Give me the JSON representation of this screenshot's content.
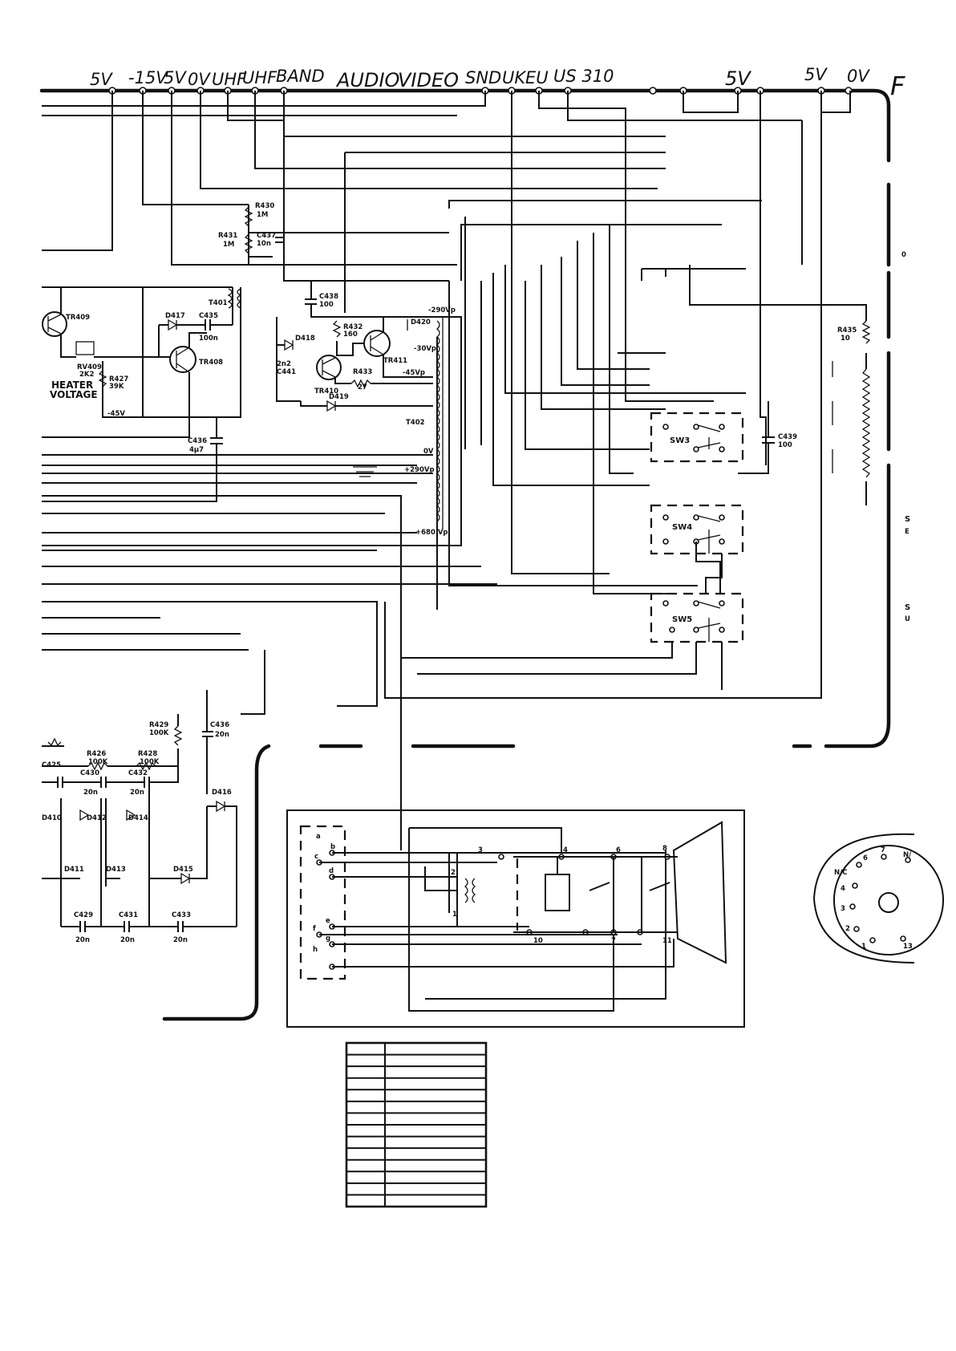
{
  "header": {
    "rail_labels": [
      "5V",
      "-15V",
      "5V",
      "0V",
      "UHF",
      "UHF",
      "BAND",
      "AUDIO",
      "VIDEO",
      "SND",
      "UK",
      "EU",
      "US 310",
      "5V",
      "5V",
      "0V"
    ],
    "corner_letter": "F"
  },
  "components": {
    "R430": "R430",
    "R430_v": "1M",
    "R431": "R431",
    "R431_v": "1M",
    "C437": "C437",
    "C437_v": "10n",
    "C438": "C438",
    "C438_v": "100",
    "TR409a": "TR409",
    "T401": "T401",
    "D417": "D417",
    "C435": "C435",
    "C435_v": "100n",
    "TR408": "TR408",
    "RV409": "RV409",
    "RV409_v": "2K2",
    "R427": "R427",
    "R427_v": "39K",
    "heater_1": "HEATER",
    "heater_2": "VOLTAGE",
    "neg45a": "-45V",
    "D418": "D418",
    "C441": "2n2",
    "C441_n": "C441",
    "R432": "R432",
    "R432_v": "160",
    "TR411": "TR411",
    "TR410": "TR410",
    "R433": "R433",
    "R433_v": "27",
    "D420": "D420",
    "D419": "D419",
    "v290p": "-290Vp",
    "v30p": "-30Vp",
    "v45p": "-45Vp",
    "T402": "T402",
    "ov": "0V",
    "v290pos": "+290Vp",
    "v680": "+680 Vp",
    "C436a": "C436",
    "C436a_v": "4µ7",
    "R435": "R435",
    "R435_v": "10",
    "C439": "C439",
    "C439_v": "100",
    "SW3": "SW3",
    "SW4": "SW4",
    "SW5": "SW5",
    "R429": "R429",
    "R429_v": "100K",
    "C436b": "C436",
    "C436b_v": "20n",
    "R426": "R426",
    "R426_v": "100K",
    "R428": "R428",
    "R428_v": "100K",
    "C430": "C430",
    "C430_v": "20n",
    "C432": "C432",
    "C432_v": "20n",
    "C425": "C425",
    "D410": "D410",
    "D412": "D412",
    "D414": "D414",
    "D411": "D411",
    "D413": "D413",
    "D415": "D415",
    "D416": "D416",
    "C429": "C429",
    "C429_v": "20n",
    "C431": "C431",
    "C431_v": "20n",
    "C433": "C433",
    "C433_v": "20n"
  },
  "crt_pins": [
    "a",
    "b",
    "c",
    "d",
    "e",
    "f",
    "g",
    "h",
    "1",
    "2",
    "3",
    "4",
    "6",
    "8",
    "10",
    "7",
    "11"
  ],
  "base_pins": [
    "N/C",
    "6",
    "7",
    "N/",
    "4",
    "3",
    "2",
    "1",
    "13"
  ],
  "edge_marks": [
    "0",
    "S",
    "E",
    "S",
    "U"
  ],
  "table": {
    "rows": 14
  }
}
